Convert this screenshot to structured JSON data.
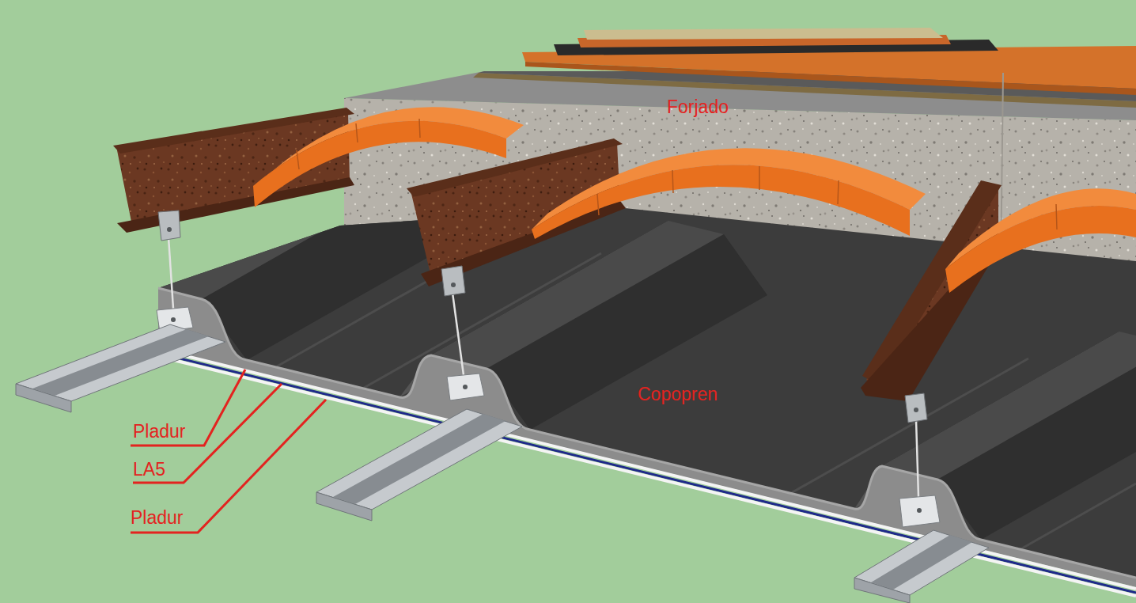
{
  "diagram": {
    "labels": [
      "Forjado",
      "Copopren",
      "Pladur",
      "LA5",
      "Pladur"
    ]
  }
}
